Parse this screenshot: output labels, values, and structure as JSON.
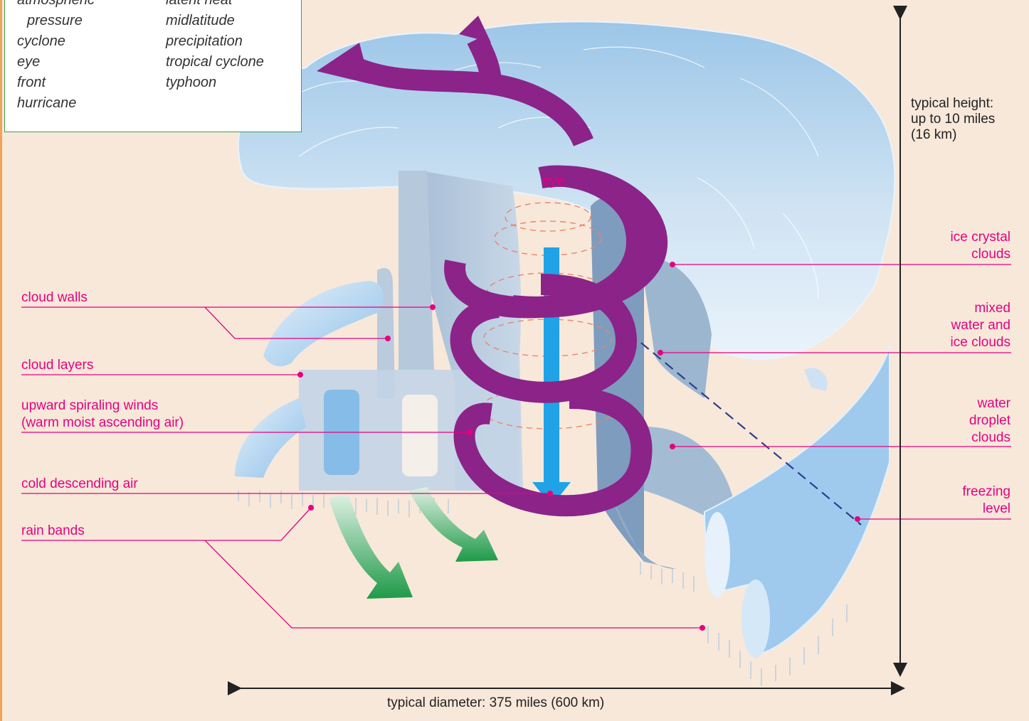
{
  "key_terms": {
    "col1": [
      "atmospheric",
      "pressure",
      "cyclone",
      "eye",
      "front",
      "hurricane"
    ],
    "col2": [
      "latent heat",
      "midlatitude",
      "precipitation",
      "tropical cyclone",
      "typhoon"
    ]
  },
  "labels": {
    "eye": "eye",
    "cloud_walls": "cloud walls",
    "cloud_layers": "cloud layers",
    "spiral_line1": "upward spiraling winds",
    "spiral_line2": "(warm moist ascending air)",
    "cold_air": "cold descending air",
    "rain_bands": "rain bands",
    "ice_line1": "ice crystal",
    "ice_line2": "clouds",
    "mixed_line1": "mixed",
    "mixed_line2": "water and",
    "mixed_line3": "ice clouds",
    "water_line1": "water",
    "water_line2": "droplet",
    "water_line3": "clouds",
    "freezing_line1": "freezing",
    "freezing_line2": "level"
  },
  "dimensions": {
    "height_line1": "typical height:",
    "height_line2": "up to 10 miles",
    "height_line3": "(16 km)",
    "diameter": "typical diameter: 375 miles (600 km)"
  },
  "colors": {
    "label": "#e6007e",
    "wind": "#8b2389",
    "cold_air": "#1fa3e6",
    "outflow": "#1e9a48",
    "cloud": "#b8d3ea",
    "background": "#f8e8da"
  }
}
